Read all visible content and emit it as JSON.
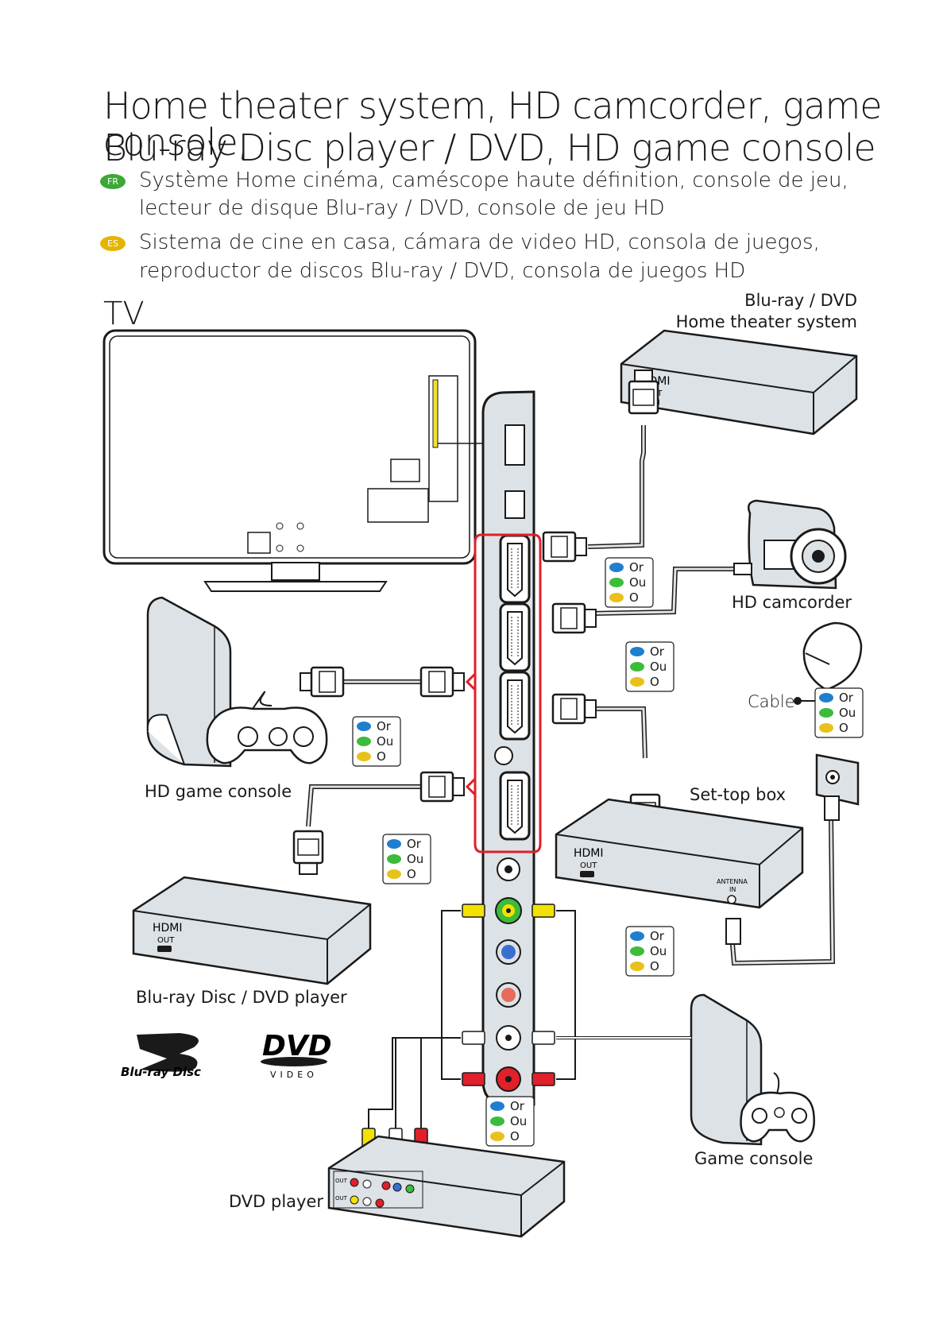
{
  "title": {
    "line1": "Home theater system, HD camcorder, game console,",
    "line2": "Blu-ray Disc player / DVD, HD game console"
  },
  "translations": [
    {
      "lang": "FR",
      "color": "#3aa935",
      "line1": "Système Home cinéma, caméscope haute définition, console de jeu,",
      "line2": "lecteur de disque Blu-ray / DVD, console de jeu HD"
    },
    {
      "lang": "ES",
      "color": "#e3b400",
      "line1": "Sistema de cine en casa, cámara de video HD, consola de juegos,",
      "line2": "reproductor de discos Blu-ray / DVD, consola de juegos HD"
    }
  ],
  "tv_label": "TV",
  "devices": {
    "bluray_hts": {
      "line1": "Blu-ray / DVD",
      "line2": "Home theater system"
    },
    "hd_camcorder": "HD camcorder",
    "hd_game_console": "HD game console",
    "set_top_box": "Set-top box",
    "bluray_dvd_player": "Blu-ray Disc / DVD player",
    "game_console": "Game console",
    "dvd_player": "DVD player",
    "cable": "Cable"
  },
  "port_labels": {
    "hdmi": "HDMI",
    "out": "OUT",
    "antenna": "ANTENNA",
    "in": "IN"
  },
  "logos": {
    "bluray_text": "Blu-ray Disc",
    "dvd_text": "DVD",
    "dvd_sub": "VIDEO"
  },
  "legend": {
    "items": [
      "Or",
      "Ou",
      "O"
    ],
    "colors": [
      "#1f7fcf",
      "#3dbb3a",
      "#e8c21a"
    ]
  },
  "colors": {
    "device_fill": "#dde2e6",
    "outline": "#1a1a1a",
    "highlight_red": "#e0202a",
    "rca_yellow": "#f2e200",
    "rca_red": "#e0202a",
    "rca_white": "#ffffff",
    "rca_blue": "#3a6fd0",
    "panel_highlight": "#f0e030"
  }
}
